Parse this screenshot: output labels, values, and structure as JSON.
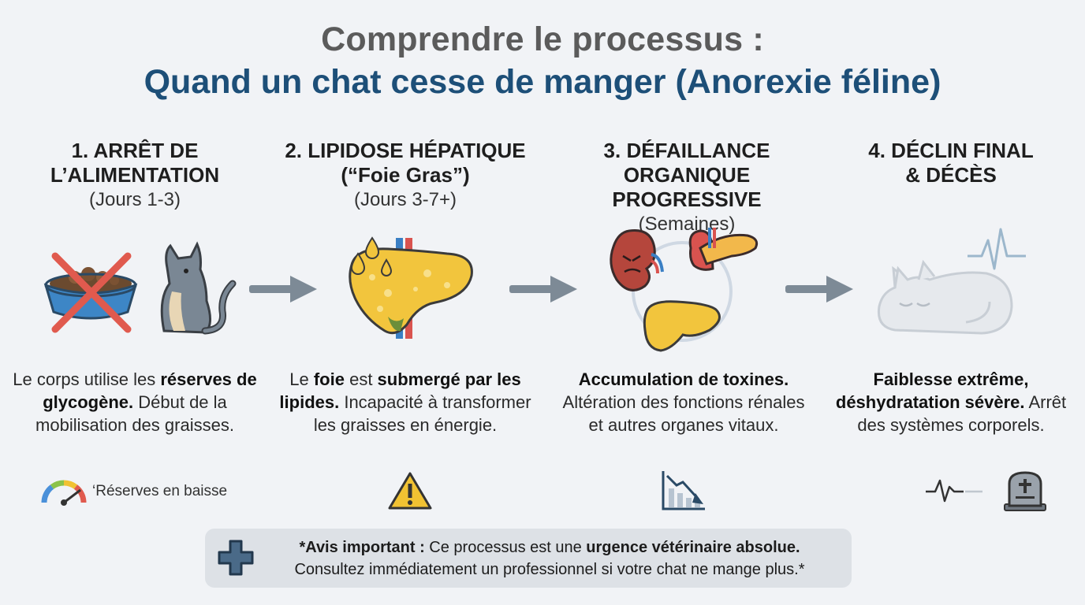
{
  "header": {
    "title_line1": "Comprendre le processus :",
    "title_line2": "Quand un chat cesse de manger (Anorexie féline)"
  },
  "steps": [
    {
      "title": "1. ARRÊT DE\nL’ALIMENTATION",
      "duration": "(Jours 1-3)",
      "desc": [
        {
          "t": "Le corps utilise les ",
          "b": false
        },
        {
          "t": "réserves de glycogène.",
          "b": true
        },
        {
          "t": " Début de la mobilisation des graisses.",
          "b": false
        }
      ],
      "indicator_label": "‘Réserves en baisse"
    },
    {
      "title": "2. LIPIDOSE HÉPATIQUE\n(“Foie Gras”)",
      "duration": "(Jours 3-7+)",
      "desc": [
        {
          "t": "Le ",
          "b": false
        },
        {
          "t": "foie",
          "b": true
        },
        {
          "t": " est ",
          "b": false
        },
        {
          "t": "submergé par les lipides.",
          "b": true
        },
        {
          "t": " Incapacité à transformer les graisses en énergie.",
          "b": false
        }
      ]
    },
    {
      "title": "3. DÉFAILLANCE\nORGANIQUE PROGRESSIVE",
      "duration": "(Semaines)",
      "desc": [
        {
          "t": "Accumulation de toxines.",
          "b": true
        },
        {
          "t": " Altération des fonctions rénales et autres organes vitaux.",
          "b": false
        }
      ]
    },
    {
      "title": "4. DÉCLIN FINAL\n& DÉCÈS",
      "duration": "",
      "desc": [
        {
          "t": "Faiblesse extrême, déshydratation sévère.",
          "b": true
        },
        {
          "t": " Arrêt des systèmes corporels.",
          "b": false
        }
      ]
    }
  ],
  "notice": {
    "prefix": "*Avis important :",
    "middle": " Ce processus est une ",
    "emphasis": "urgence vétérinaire absolue.",
    "line2": "Consultez immédiatement un professionnel si votre chat ne mange plus.*"
  },
  "icons": {
    "step1": [
      "food-bowl-icon",
      "crossed-out-icon",
      "sitting-cat-icon",
      "gauge-icon"
    ],
    "step2": [
      "fatty-liver-icon",
      "fat-droplet-icon",
      "warning-icon"
    ],
    "step3": [
      "kidney-icon",
      "pancreas-icon",
      "liver-icon",
      "declining-chart-icon"
    ],
    "step4": [
      "sleeping-cat-icon",
      "heartbeat-icon",
      "flatline-icon",
      "tombstone-icon"
    ],
    "notice": "medical-cross-icon"
  },
  "colors": {
    "title_gray": "#5b5b5b",
    "title_blue": "#1d4f78",
    "arrow": "#7d8a96",
    "warning": "#f1c232",
    "liver": "#f2c53d",
    "cross_red": "#e05a4e"
  }
}
